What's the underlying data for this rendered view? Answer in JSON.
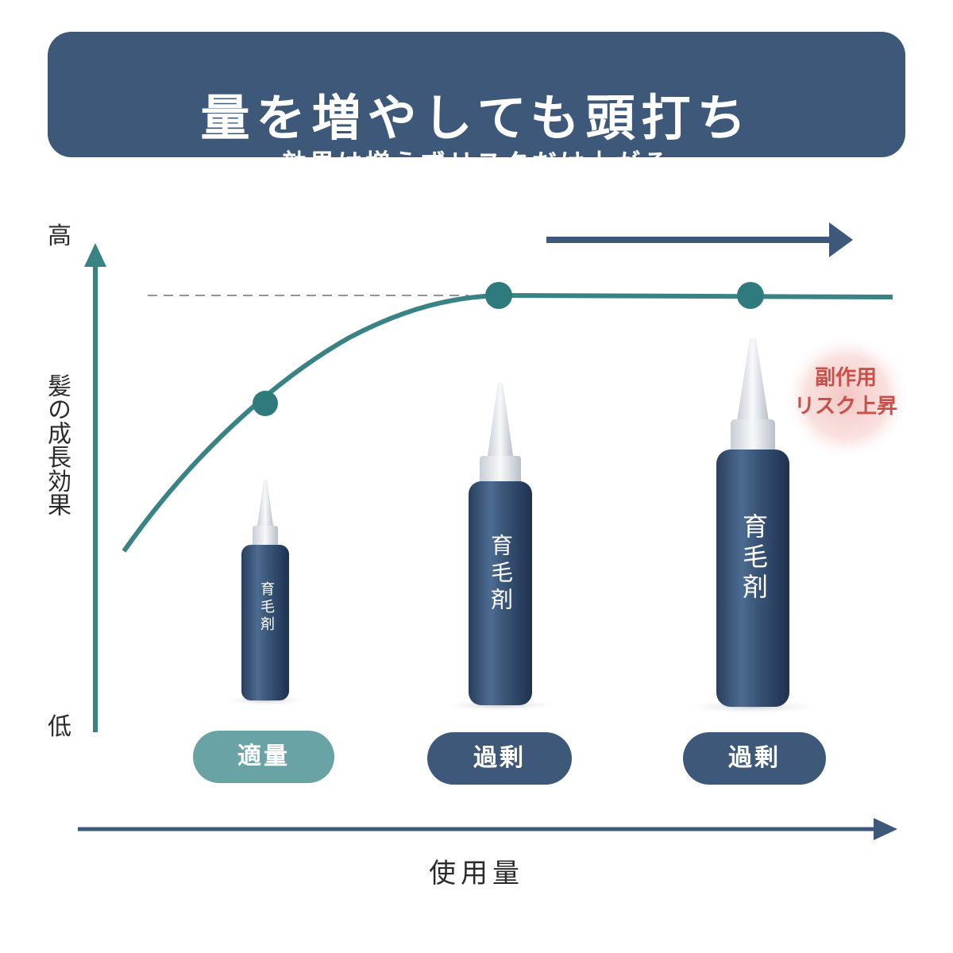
{
  "header": {
    "title": "量を増やしても頭打ち",
    "subtitle": "効果は増えずリスクだけ上がる"
  },
  "axes": {
    "y_label": "髪の成長効果",
    "y_high": "高",
    "y_low": "低",
    "x_label": "使用量"
  },
  "bottles": [
    {
      "label": "育毛剤",
      "tag": "適量"
    },
    {
      "label": "育毛剤",
      "tag": "過剰"
    },
    {
      "label": "育毛剤",
      "tag": "過剰"
    }
  ],
  "risk_note": {
    "line1": "副作用",
    "line2": "リスク上昇"
  },
  "colors": {
    "navy": "#3d5878",
    "teal": "#3a8384",
    "teal_light": "#6aa3a6",
    "risk_red": "#c8504a"
  }
}
